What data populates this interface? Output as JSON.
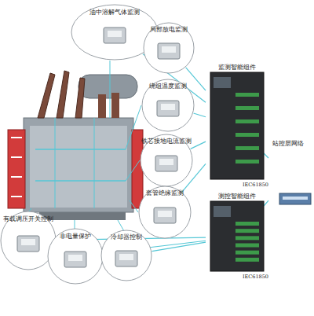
{
  "diagram": {
    "nodes": [
      {
        "text": [
          "油中溶解气体监测"
        ]
      },
      {
        "text": [
          "局部放电监测"
        ]
      },
      {
        "text": [
          "绕组温度监测"
        ]
      },
      {
        "text": [
          "铁芯接地电流监测"
        ]
      },
      {
        "text": [
          "套管绝缘监测"
        ]
      },
      {
        "text": [
          "监测智能组件",
          "IEC61850"
        ]
      },
      {
        "text": [
          "站控层网络"
        ]
      },
      {
        "text": [
          "测控智能组件",
          "IEC61850"
        ]
      },
      {
        "text": [
          "有载调压开关控制"
        ]
      },
      {
        "text": [
          "非电量保护"
        ]
      },
      {
        "text": [
          "冷却器控制"
        ]
      }
    ],
    "edges": [
      {
        "from": 0,
        "to": 5,
        "arrow": "none"
      },
      {
        "from": 1,
        "to": 5,
        "arrow": "none"
      },
      {
        "from": 2,
        "to": 5,
        "arrow": "none"
      },
      {
        "from": 3,
        "to": 5,
        "arrow": "none"
      },
      {
        "from": 4,
        "to": 5,
        "arrow": "none"
      },
      {
        "from": 5,
        "to": 6,
        "arrow": "none"
      },
      {
        "from": 7,
        "to": 6,
        "arrow": "none"
      },
      {
        "from": 8,
        "to": 7,
        "arrow": "none"
      },
      {
        "from": 9,
        "to": 7,
        "arrow": "none"
      },
      {
        "from": 10,
        "to": 7,
        "arrow": "none"
      }
    ]
  }
}
